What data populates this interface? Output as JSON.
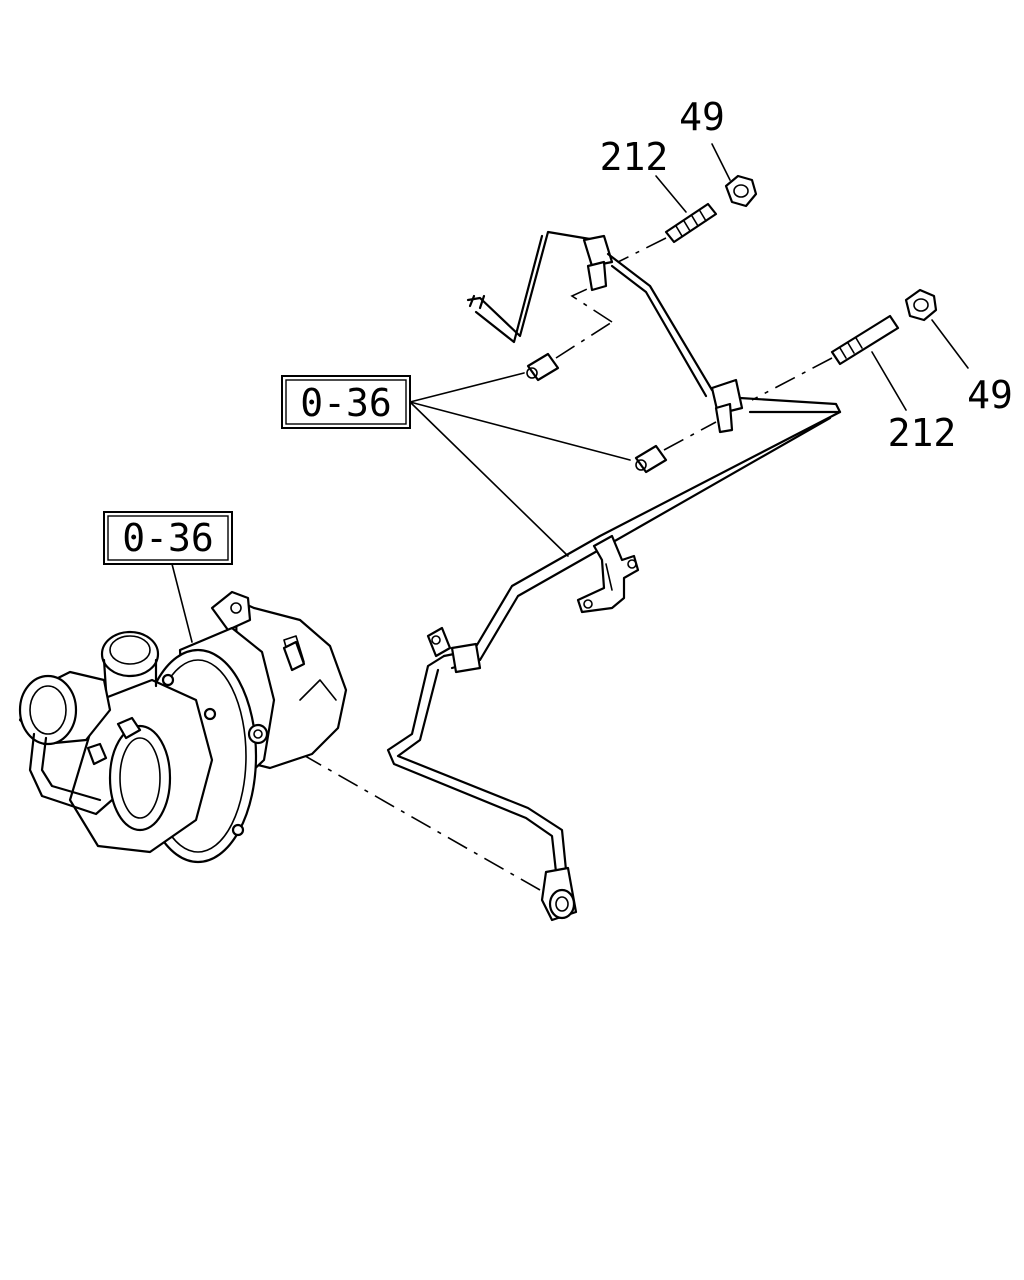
{
  "callouts": {
    "nut_top": "49",
    "stud_top": "212",
    "nut_right": "49",
    "stud_right": "212"
  },
  "references": {
    "upper": "0-36",
    "lower": "0-36"
  }
}
